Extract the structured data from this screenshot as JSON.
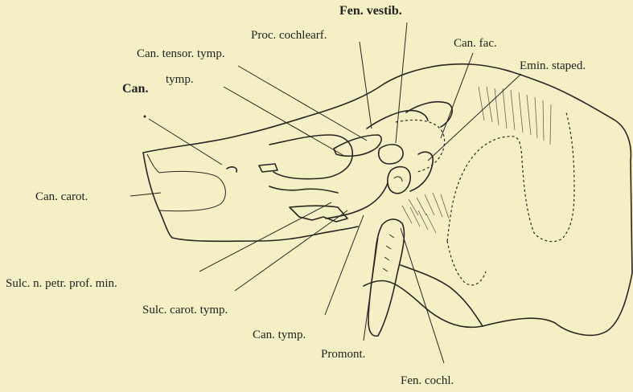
{
  "figure": {
    "labels": {
      "fen_vestib": "Fen. vestib.",
      "proc_cochlearf": "Proc. cochlearf.",
      "can_fac": "Can. fac.",
      "can_tensor_tymp": "Can. tensor. tymp.",
      "emin_staped": "Emin. staped.",
      "tymp": "tymp.",
      "can": "Can.",
      "can_carot": "Can. carot.",
      "sulc_n_petr": "Sulc. n. petr. prof. min.",
      "sulc_carot_tymp": "Sulc. carot. tymp.",
      "can_tymp": "Can. tymp.",
      "promont": "Promont.",
      "fen_cochl": "Fen. cochl."
    }
  }
}
